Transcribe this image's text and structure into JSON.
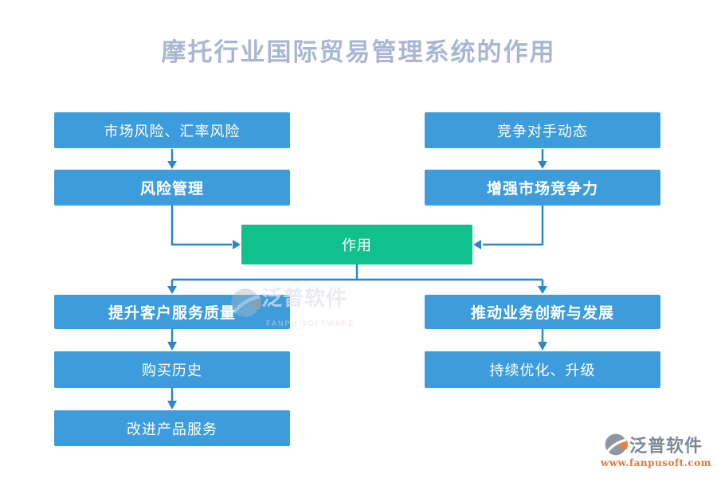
{
  "page": {
    "title": "摩托行业国际贸易管理系统的作用"
  },
  "nodes": {
    "market_risk": {
      "label": "市场风险、汇率风险"
    },
    "competitor_dynamics": {
      "label": "竞争对手动态"
    },
    "risk_management": {
      "label": "风险管理"
    },
    "enhance_competitiveness": {
      "label": "增强市场竞争力"
    },
    "role": {
      "label": "作用"
    },
    "improve_customer_service": {
      "label": "提升客户服务质量"
    },
    "drive_innovation": {
      "label": "推动业务创新与发展"
    },
    "purchase_history": {
      "label": "购买历史"
    },
    "continuous_optimization": {
      "label": "持续优化、升级"
    },
    "improve_products": {
      "label": "改进产品服务"
    }
  },
  "watermark": {
    "name": "泛普软件",
    "subtitle": "FANPU SOFTWARE"
  },
  "logo": {
    "name": "泛普软件",
    "url": "www.fanpusoft.com"
  },
  "colors": {
    "node_blue": "#3d9cdc",
    "node_green": "#10c18d",
    "connector": "#2e86c9",
    "title_text": "#a9b6d3",
    "logo_orange": "#e8823c",
    "logo_gray": "#8d97a4"
  }
}
